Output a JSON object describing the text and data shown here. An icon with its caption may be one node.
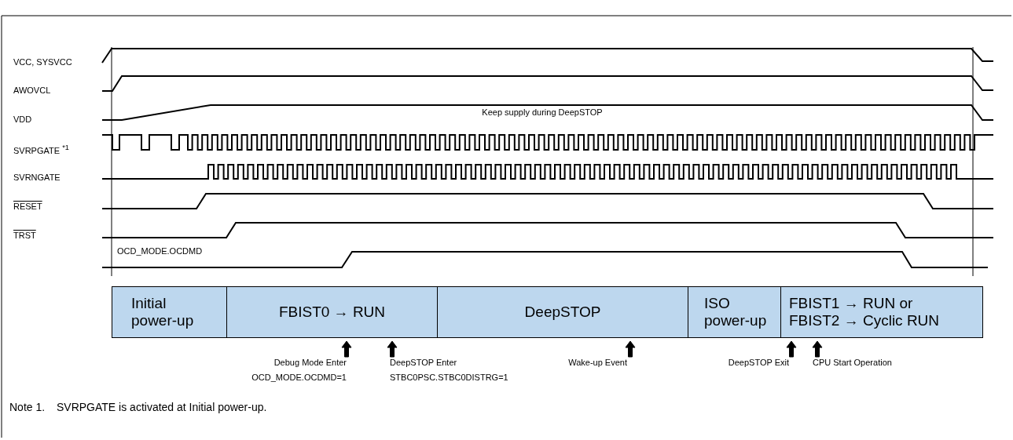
{
  "diagram": {
    "nodes": [
      {
        "text": [
          "Initial power-up"
        ]
      },
      {
        "text": [
          "FBIST0 → RUN"
        ]
      },
      {
        "text": [
          "DeepSTOP"
        ]
      },
      {
        "text": [
          "ISO power-up"
        ]
      },
      {
        "text": [
          "FBIST1 → RUN or FBIST2 → Cyclic RUN"
        ]
      },
      {
        "text": [
          "Debug Mode Enter",
          "OCD_MODE.OCDMD=1"
        ]
      },
      {
        "text": [
          "DeepSTOP Enter",
          "STBC0PSC.STBC0DISTRG=1"
        ]
      },
      {
        "text": [
          "Wake-up Event"
        ]
      },
      {
        "text": [
          "DeepSTOP Exit"
        ]
      },
      {
        "text": [
          "CPU Start Operation"
        ]
      }
    ],
    "edges": [
      {
        "from": 5,
        "to": null,
        "arrow": "to"
      },
      {
        "from": 6,
        "to": null,
        "arrow": "to"
      },
      {
        "from": 7,
        "to": null,
        "arrow": "to"
      },
      {
        "from": 8,
        "to": null,
        "arrow": "to"
      },
      {
        "from": 9,
        "to": null,
        "arrow": "to"
      }
    ],
    "labels": [
      "VCC, SYSVCC",
      "AWOVCL",
      "VDD",
      "Keep supply during DeepSTOP",
      "SVRPGATE $^{*1}$",
      "SVRNGATE",
      "RESET",
      "TRST",
      "OCD_MODE.OCDMD",
      "Note 1.",
      "SVRPGATE is activated at Initial power-up."
    ]
  }
}
